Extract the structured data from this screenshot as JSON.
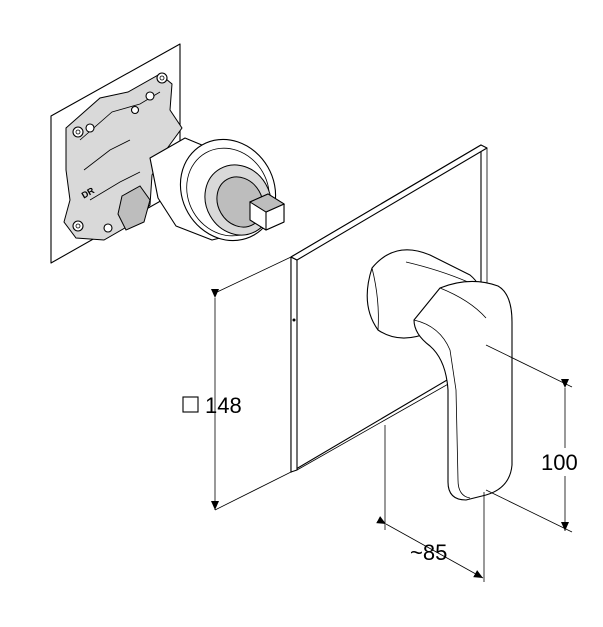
{
  "dimensions": {
    "panel_size": "148",
    "handle_height": "100",
    "projection": "~85"
  },
  "valve_body": {
    "logo": "DR"
  },
  "symbols": {
    "square": "square-symbol"
  }
}
